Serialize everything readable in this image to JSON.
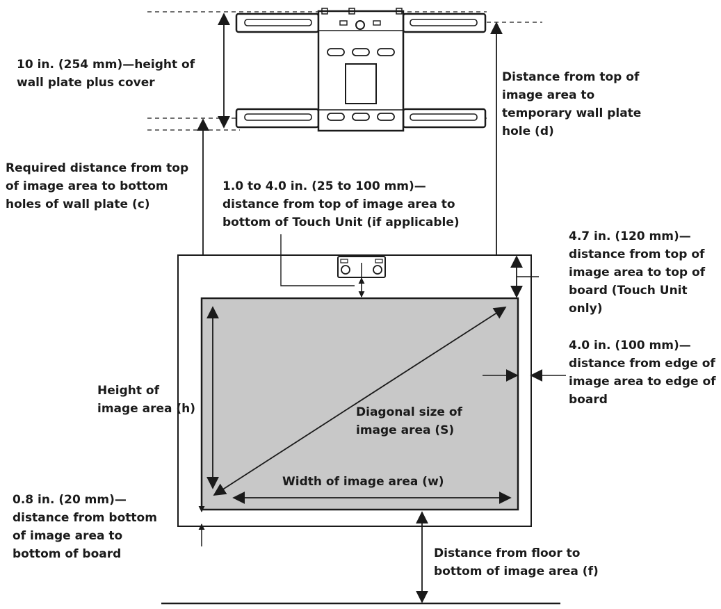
{
  "labels": {
    "wall_plate_height": [
      "10 in. (254 mm)—height of",
      "wall plate plus cover"
    ],
    "distance_temp_hole": [
      "Distance from top of",
      "image area to",
      "temporary wall plate",
      "hole (d)"
    ],
    "distance_bottom_holes": [
      "Required distance from top",
      "of image area to bottom",
      "holes of wall plate (c)"
    ],
    "touch_unit_distance": [
      "1.0 to 4.0 in. (25 to 100 mm)—",
      "distance from top of image area to",
      "bottom of Touch Unit (if applicable)"
    ],
    "top_of_board": [
      "4.7 in. (120 mm)—",
      "distance from top of",
      "image area to top of",
      "board (Touch Unit",
      "only)"
    ],
    "edge_of_board": [
      "4.0 in. (100 mm)—",
      "distance from edge of",
      "image area to edge of",
      "board"
    ],
    "height_image_area": [
      "Height of",
      "image area (h)"
    ],
    "diagonal_size": [
      "Diagonal size of",
      "image area (S)"
    ],
    "width_image_area": [
      "Width of image area (w)"
    ],
    "bottom_of_board": [
      "0.8 in. (20 mm)—",
      "distance from bottom",
      "of image area to",
      "bottom of board"
    ],
    "floor_distance": [
      "Distance from floor to",
      "bottom of image area (f)"
    ]
  },
  "colors": {
    "ink": "#1a1a1a",
    "image_area_fill": "#c8c8c8",
    "board_fill": "#ffffff"
  }
}
